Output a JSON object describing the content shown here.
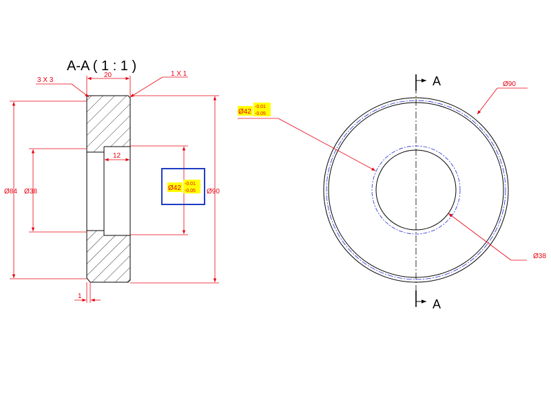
{
  "colors": {
    "outline": "#000000",
    "dimension": "#e8000f",
    "centerline": "#1f2ad6",
    "highlight": "#ffff00",
    "selection_box": "#1d3cc4"
  },
  "section_view": {
    "title": "A-A ( 1 : 1 )",
    "chamfer_left": "3 X 3",
    "chamfer_right": "1 X 1",
    "width": "20",
    "bore_depth": "12",
    "dia_84": "Ø84",
    "dia_38": "Ø38",
    "dia_90": "Ø90",
    "step": "1",
    "dia_42": {
      "value": "Ø42",
      "tol_upper": "-0.01",
      "tol_lower": "-0.05"
    }
  },
  "front_view": {
    "section_label_top": "A",
    "section_label_bottom": "A",
    "dia_90": "Ø90",
    "dia_38": "Ø38",
    "dia_42": {
      "value": "Ø42",
      "tol_upper": "-0.01",
      "tol_lower": "-0.05"
    }
  }
}
